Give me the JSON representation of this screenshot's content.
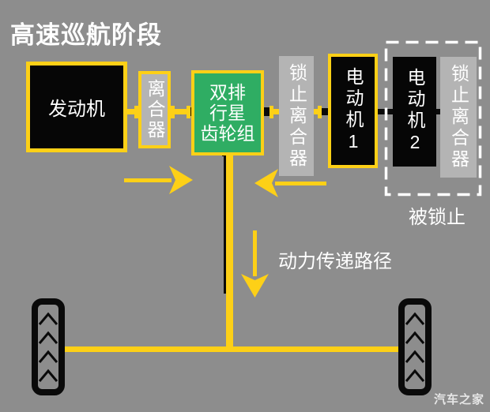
{
  "title": "高速巡航阶段",
  "colors": {
    "background": "#8d8d8d",
    "accent_yellow": "#fdd017",
    "box_green": "#2fad63",
    "box_gray": "#b4b4b4",
    "box_black": "#060606",
    "line_black": "#0a0a0a",
    "text_white": "#ffffff"
  },
  "diagram": {
    "engine": {
      "label": "发动机"
    },
    "clutch": {
      "label": "离合器"
    },
    "planetary": {
      "lines": [
        "双排",
        "行星",
        "齿轮组"
      ]
    },
    "lockup_clutch_1": {
      "label": "锁止离合器"
    },
    "motor_1": {
      "label": "电动机1"
    },
    "motor_2": {
      "label": "电动机2"
    },
    "lockup_clutch_2": {
      "label": "锁止离合器"
    },
    "locked_note": "被锁止",
    "power_path_label": "动力传递路径"
  },
  "watermark": "汽车之家"
}
